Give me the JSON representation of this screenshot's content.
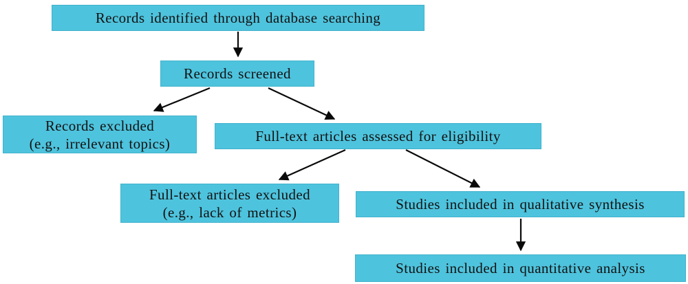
{
  "diagram": {
    "type": "flowchart",
    "colors": {
      "node_fill": "#4ec3dd",
      "node_border": "#41b2cc",
      "arrow": "#0a0a0a",
      "text": "#121212",
      "background": "#ffffff"
    },
    "nodes": [
      {
        "id": "identified",
        "label": "Records identified through database searching"
      },
      {
        "id": "screened",
        "label": "Records screened"
      },
      {
        "id": "records_excluded",
        "label": "Records excluded\n(e.g., irrelevant topics)"
      },
      {
        "id": "fulltext_assessed",
        "label": "Full-text articles assessed for eligibility"
      },
      {
        "id": "fulltext_excluded",
        "label": "Full-text articles excluded\n(e.g., lack of metrics)"
      },
      {
        "id": "qualitative",
        "label": "Studies included in qualitative synthesis"
      },
      {
        "id": "quantitative",
        "label": "Studies included in quantitative analysis"
      }
    ],
    "edges": [
      {
        "from": "identified",
        "to": "screened"
      },
      {
        "from": "screened",
        "to": "records_excluded"
      },
      {
        "from": "screened",
        "to": "fulltext_assessed"
      },
      {
        "from": "fulltext_assessed",
        "to": "fulltext_excluded"
      },
      {
        "from": "fulltext_assessed",
        "to": "qualitative"
      },
      {
        "from": "qualitative",
        "to": "quantitative"
      }
    ]
  }
}
